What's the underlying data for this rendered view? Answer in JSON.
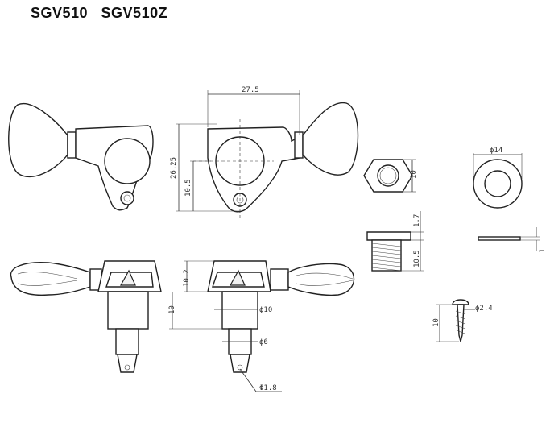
{
  "title": "SGV510   SGV510Z",
  "dimensions": {
    "overall_width": "27.5",
    "total_height": "26.25",
    "post_height": "10.5",
    "nut_width": "10",
    "bushing_top": "1.7",
    "bushing_thread": "10.5",
    "washer_dia": "ϕ14",
    "washer_thickness": "1",
    "body_height": "10.2",
    "post_length": "10",
    "post_dia": "ϕ10",
    "shaft_dia": "ϕ6",
    "hole_dia": "Φ1.8",
    "screw_dia": "ϕ2.4",
    "screw_length": "10"
  }
}
